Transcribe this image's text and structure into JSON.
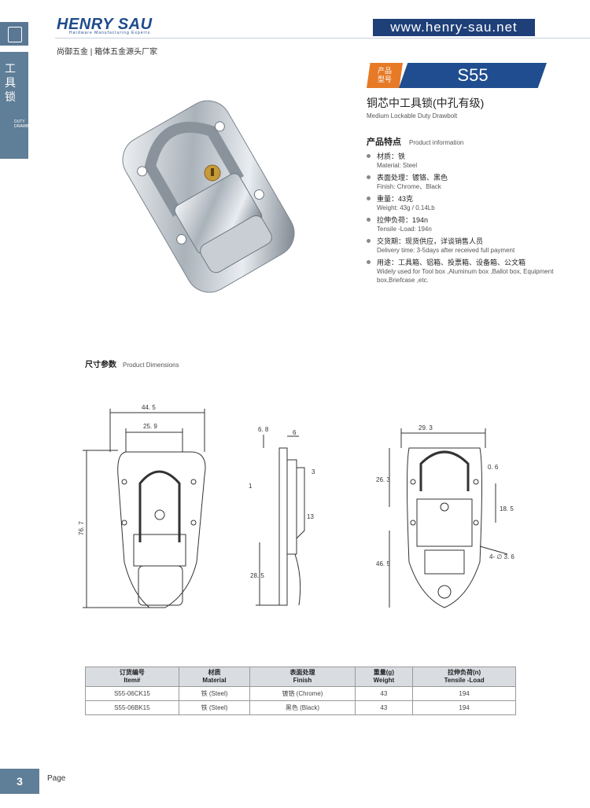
{
  "header": {
    "logo": "HENRY SAU",
    "logo_sub": "Hardware Manufacturing Experts",
    "tagline": "尚御五金 | 箱体五金源头厂家",
    "url": "www.henry-sau.net"
  },
  "side_tab": {
    "label_zh": "工具锁",
    "label_en": "DUTY DRAWBOLT"
  },
  "product": {
    "badge_zh_line1": "产品",
    "badge_zh_line2": "型号",
    "model": "S55",
    "title_zh": "铜芯中工具锁(中孔有级)",
    "title_en": "Medium Lockable Duty Drawbolt",
    "info_zh": "产品特点",
    "info_en": "Product information",
    "features": [
      {
        "zh": "材质：铁",
        "en": "Material: Steel"
      },
      {
        "zh": "表面处理：镀铬、黑色",
        "en": "Finish: Chrome、Black"
      },
      {
        "zh": "重量：43克",
        "en": "Weight: 43g / 0.14Lb"
      },
      {
        "zh": "拉伸负荷：194n",
        "en": "Tensile -Load: 194n"
      },
      {
        "zh": "交货期：现货供应，详谈销售人员",
        "en": "Delivery time: 3-5days after received full payment"
      },
      {
        "zh": "用途：工具箱、铝箱、投票箱、设备箱、公文箱",
        "en": "Widely used for Tool box ,Aluminum box ,Ballot box, Equipment box,Briefcase ,etc."
      }
    ]
  },
  "dimensions": {
    "title_zh": "尺寸参数",
    "title_en": "Product Dimensions",
    "front": {
      "width": "44. 5",
      "inner": "25. 9",
      "height": "76. 7"
    },
    "side": {
      "d1": "6. 8",
      "d2": "6",
      "d3": "3",
      "d4": "1",
      "d5": "13",
      "d6": "28. 5"
    },
    "back": {
      "width": "29. 3",
      "h1": "26. 3",
      "h2": "0. 6",
      "h3": "18. 5",
      "h4": "46. 5",
      "holes": "4- ∅ 3. 6"
    }
  },
  "table": {
    "headers": [
      {
        "zh": "订货编号",
        "en": "Item#"
      },
      {
        "zh": "材质",
        "en": "Material"
      },
      {
        "zh": "表面处理",
        "en": "Finish"
      },
      {
        "zh": "重量(g)",
        "en": "Weight"
      },
      {
        "zh": "拉伸负荷(n)",
        "en": "Tensile -Load"
      }
    ],
    "rows": [
      [
        "S55-06CK15",
        "铁 (Steel)",
        "镀铬 (Chrome)",
        "43",
        "194"
      ],
      [
        "S55-06BK15",
        "铁 (Steel)",
        "黑色 (Black)",
        "43",
        "194"
      ]
    ]
  },
  "footer": {
    "page_number": "3",
    "page_label": "Page"
  },
  "colors": {
    "brand_blue": "#1f4d8f",
    "accent_orange": "#e67a27",
    "side_tab": "#5f7e97"
  }
}
